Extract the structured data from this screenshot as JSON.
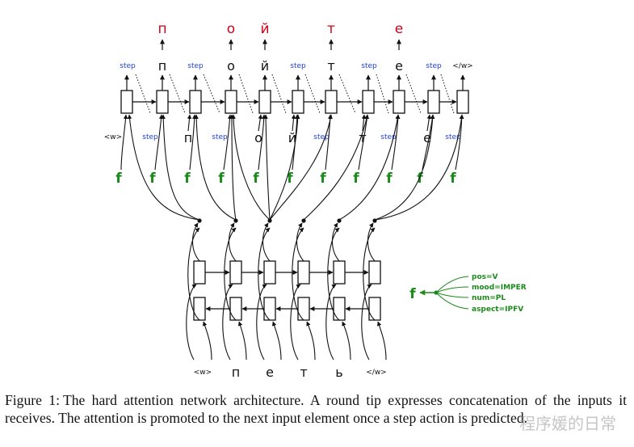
{
  "decoder": {
    "top_outputs": [
      "п",
      "о",
      "й",
      "т",
      "е"
    ],
    "step_label": "step",
    "top_row_labels": [
      "step",
      "п",
      "step",
      "о",
      "й",
      "step",
      "т",
      "step",
      "е",
      "step",
      "</w>"
    ],
    "bottom_row_labels": [
      "<w>",
      "step",
      "п",
      "step",
      "о",
      "й",
      "step",
      "т",
      "step",
      "е",
      "step"
    ],
    "feature_symbol": "f"
  },
  "encoder": {
    "input_tokens": [
      "<w>",
      "п",
      "е",
      "т",
      "ь",
      "</w>"
    ]
  },
  "feature_legend": {
    "symbol": "f",
    "features": [
      "pos=V",
      "mood=IMPER",
      "num=PL",
      "aspect=IPFV"
    ]
  },
  "caption": {
    "label": "Figure 1:",
    "text": "The hard attention network architecture. A round tip expresses concatenation of the inputs it receives. The attention is promoted to the next input element once a step action is predicted."
  },
  "watermark": "程序媛的日常",
  "colors": {
    "output_red": "#d0021b",
    "step_blue": "#1f3fd8",
    "feature_green": "#1a8a1a",
    "ink": "#111111"
  }
}
